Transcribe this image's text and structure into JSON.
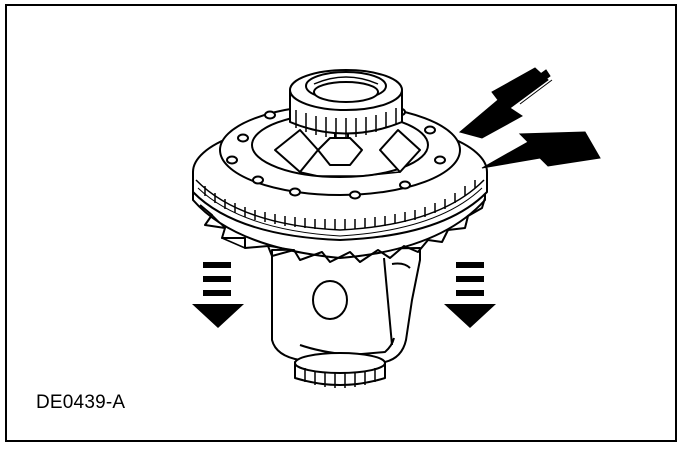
{
  "figure": {
    "id_label": "DE0439-A"
  },
  "illustration": {
    "subject": "differential-case-with-ring-gear-and-bearing",
    "callouts": [
      "force-arrow-upper",
      "force-arrow-lower",
      "down-arrow-left",
      "down-arrow-right"
    ]
  },
  "colors": {
    "ink": "#000000",
    "paper": "#ffffff"
  }
}
